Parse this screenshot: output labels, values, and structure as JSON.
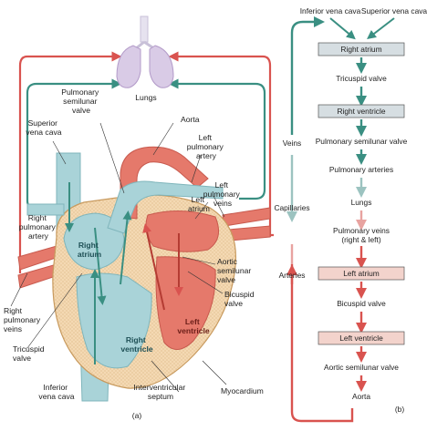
{
  "panel_a": {
    "caption": "(a)",
    "labels": {
      "lungs": "Lungs",
      "pulmonary_semilunar_valve": [
        "Pulmonary",
        "semilunar",
        "valve"
      ],
      "aorta": "Aorta",
      "superior_vena_cava": [
        "Superior",
        "vena cava"
      ],
      "left_pulmonary_artery": [
        "Left",
        "pulmonary",
        "artery"
      ],
      "left_atrium": [
        "Left",
        "atrium"
      ],
      "left_pulmonary_veins": [
        "Left",
        "pulmonary",
        "veins"
      ],
      "right_pulmonary_artery": [
        "Right",
        "pulmonary",
        "artery"
      ],
      "right_atrium": [
        "Right",
        "atrium"
      ],
      "aortic_semilunar_valve": [
        "Aortic",
        "semilunar",
        "valve"
      ],
      "bicuspid_valve": [
        "Bicuspid",
        "valve"
      ],
      "right_pulmonary_veins": [
        "Right",
        "pulmonary",
        "veins"
      ],
      "tricuspid_valve": [
        "Tricuspid",
        "valve"
      ],
      "left_ventricle": [
        "Left",
        "ventricle"
      ],
      "right_ventricle": [
        "Right",
        "ventricle"
      ],
      "inferior_vena_cava": [
        "Inferior",
        "vena cava"
      ],
      "interventricular_septum": [
        "Interventricular",
        "septum"
      ],
      "myocardium": "Myocardium"
    }
  },
  "panel_b": {
    "caption": "(b)",
    "top_left": "Inferior vena cava",
    "top_right": "Superior vena cava",
    "side_veins": "Veins",
    "side_capillaries": "Capillaries",
    "side_arteries": "Arteries",
    "steps": [
      {
        "text": "Right atrium",
        "boxed": true
      },
      {
        "text": "Tricuspid valve",
        "boxed": false
      },
      {
        "text": "Right ventricle",
        "boxed": true
      },
      {
        "text": "Pulmonary semilunar valve",
        "boxed": false
      },
      {
        "text": "Pulmonary arteries",
        "boxed": false
      },
      {
        "text": "Lungs",
        "boxed": false
      },
      {
        "text": "Pulmonary veins",
        "text2": "(right & left)",
        "boxed": false
      },
      {
        "text": "Left atrium",
        "boxed": true
      },
      {
        "text": "Bicuspid valve",
        "boxed": false
      },
      {
        "text": "Left ventricle",
        "boxed": true
      },
      {
        "text": "Aortic semilunar valve",
        "boxed": false
      },
      {
        "text": "Aorta",
        "boxed": false
      }
    ]
  },
  "colors": {
    "deoxygenated": "#3a8f82",
    "oxygenated": "#d9534f",
    "right_box": "#d6dee2",
    "left_box": "#f3d3cc",
    "heart_red": "#e5796b",
    "heart_blue": "#a9d3d8",
    "muscle": "#f4d9b3"
  }
}
